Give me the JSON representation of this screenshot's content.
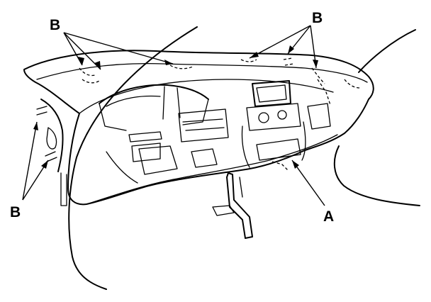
{
  "callouts": {
    "b_top_left": "B",
    "b_top_right": "B",
    "b_left": "B",
    "a_right": "A"
  },
  "colors": {
    "line": "#000000",
    "background": "#ffffff"
  }
}
